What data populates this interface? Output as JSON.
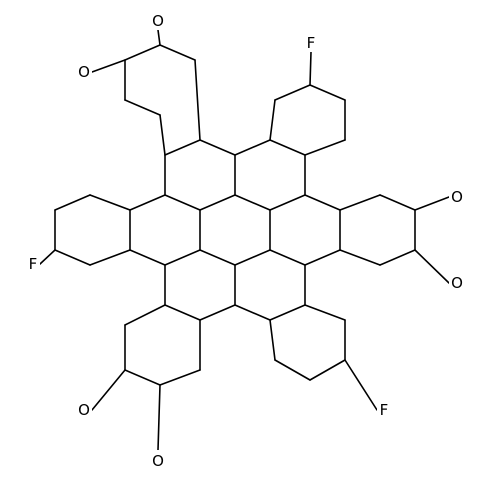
{
  "molecule": {
    "labels": {
      "fluorine": "F",
      "oxygen": "O"
    },
    "atom_counts": {
      "fluorine": 3,
      "methoxy_oxygen": 6
    },
    "colors": {
      "bond": "#000000",
      "label": "#000000",
      "background": "#ffffff"
    }
  }
}
